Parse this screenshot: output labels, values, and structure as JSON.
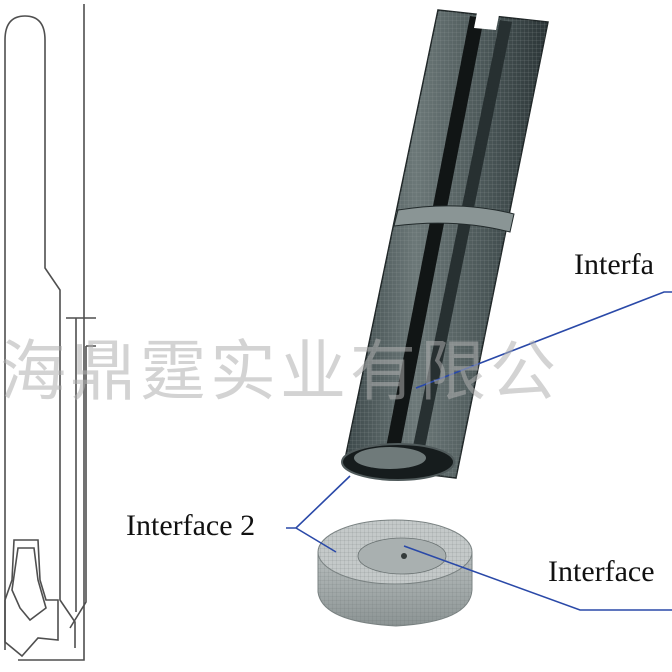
{
  "labels": {
    "interface_top": "Interfa",
    "interface_2": "Interface 2",
    "interface_bottom": "Interface"
  },
  "watermark": "海鼎霆实业有限公",
  "colors": {
    "line": "#4f4f4f",
    "mesh_dark": "#2f3a3c",
    "mesh_mid": "#5e6a6b",
    "mesh_light": "#9aa3a3",
    "leader": "#2a49a8"
  }
}
